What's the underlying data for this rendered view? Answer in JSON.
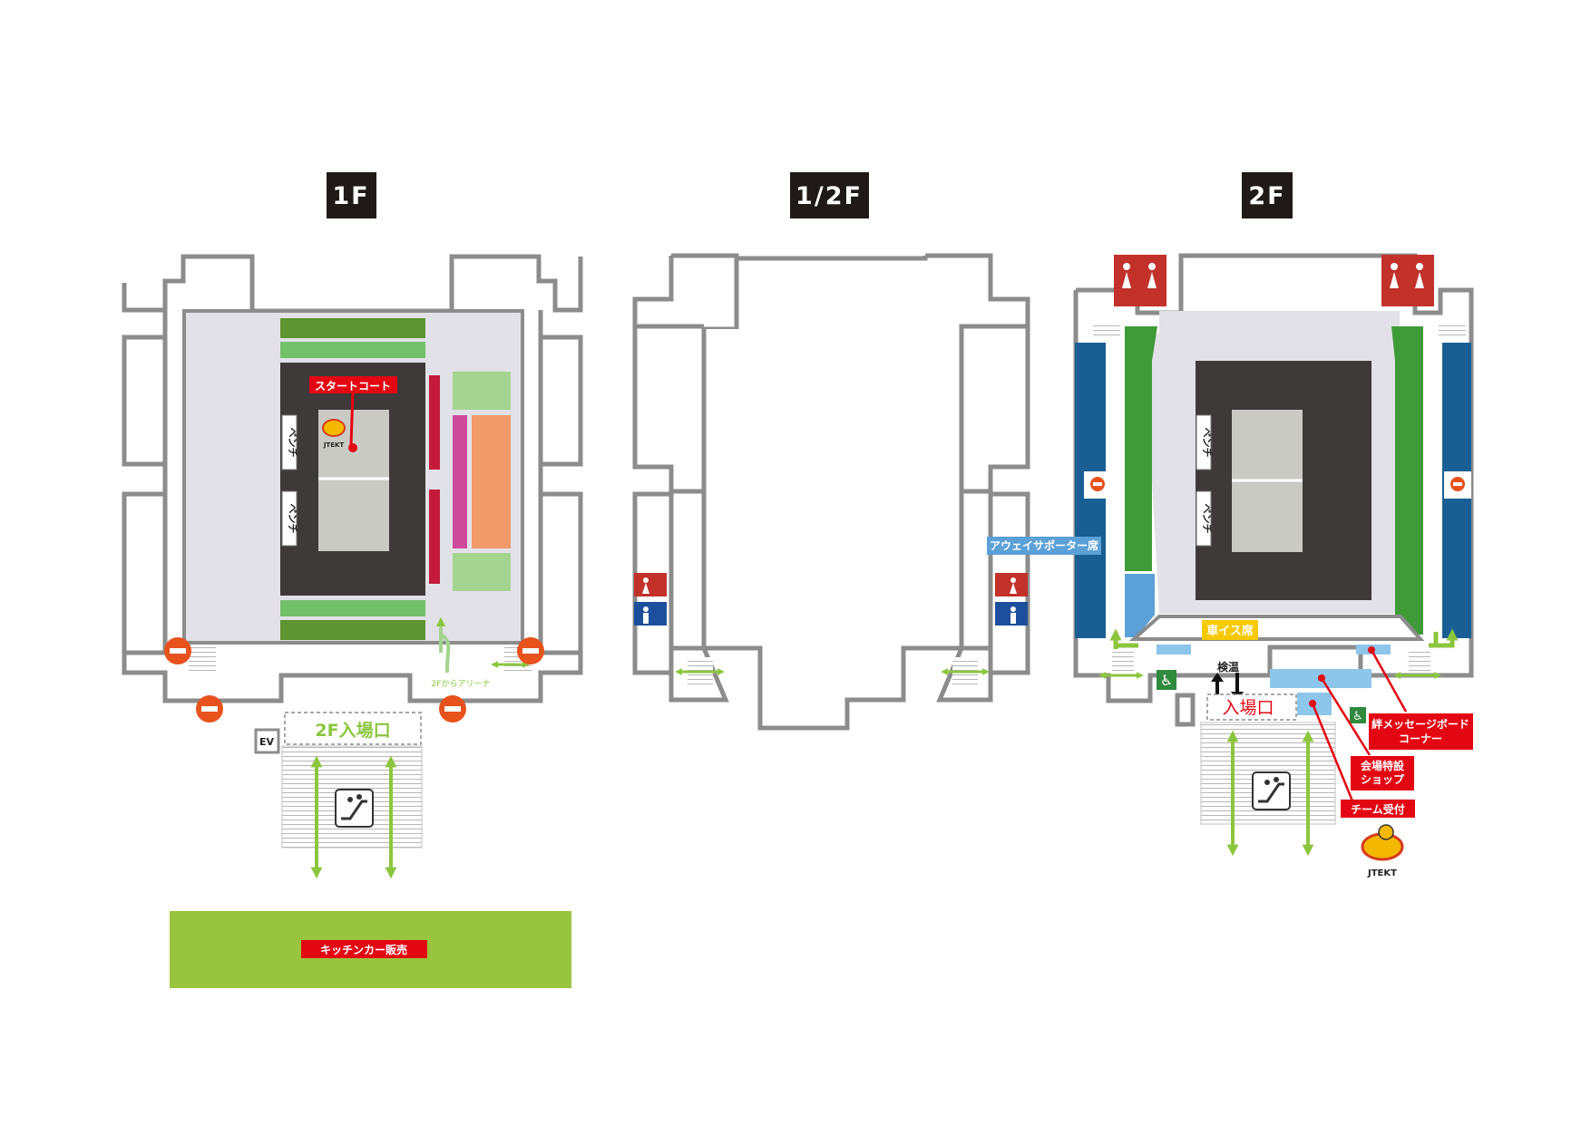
{
  "floors": {
    "f1": {
      "label": "1F"
    },
    "f_half": {
      "label": "1/2F"
    },
    "f2": {
      "label": "2F"
    }
  },
  "labels": {
    "start_court": "スタートコート",
    "bench_1": "ベンチ",
    "bench_2": "ベンチ",
    "bench_3": "ベンチ",
    "bench_4": "ベンチ",
    "arena_route": "2Fからアリーナ",
    "entrance_2f_on_1f": "2F入場口",
    "elevator": "EV",
    "kitchen_car": "キッチンカー販売",
    "away_supporter": "アウェイサポーター席",
    "wheelchair_seat": "車イス席",
    "temperature_check": "検温",
    "entrance": "入場口",
    "message_board": "絆メッセージボード\nコーナー",
    "venue_shop": "会場特設\nショップ",
    "team_reception": "チーム受付",
    "logo_text": "JTEKT"
  },
  "colors": {
    "floor_gray": "#e1e1e7",
    "court_dark": "#3d3a39",
    "court_light": "#cacac5",
    "green_dark": "#5e9432",
    "green_light": "#73c06b",
    "green_pale": "#a4d48f",
    "crimson": "#c41b3c",
    "magenta": "#cf4a9a",
    "orange": "#f19a6a",
    "navy": "#1a5f93",
    "seat_green": "#3f9a38",
    "light_blue": "#5ba0d6",
    "pale_blue": "#8ec5ea",
    "yellow": "#f7c900",
    "red_label": "#e30613",
    "no_entry": "#e8521c",
    "lime": "#8cc63f",
    "wall": "#8c8c8c",
    "badge": "#1f1a17",
    "restroom_red": "#c2312a",
    "restroom_blue": "#1d4f9c",
    "wheelchair_icon": "#2f8a3e"
  },
  "icons": [
    "no-entry-icon",
    "escalator-icon",
    "double-arrow-icon",
    "stairs-icon",
    "restroom-women-icon",
    "restroom-men-icon",
    "wheelchair-icon",
    "team-mascot-logo"
  ]
}
